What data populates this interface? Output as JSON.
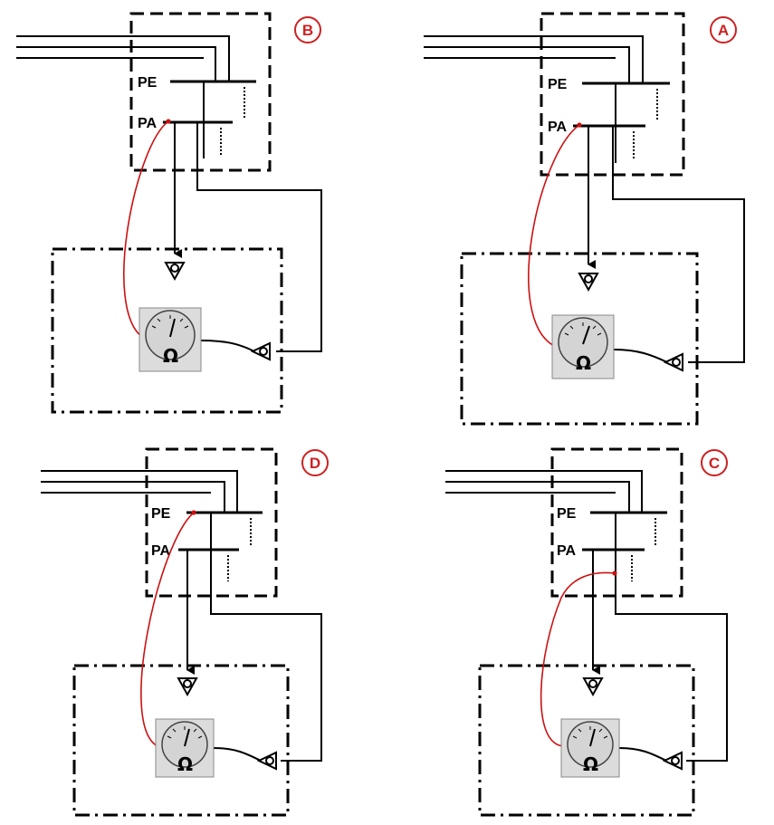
{
  "panels": [
    {
      "id": "panel-b",
      "badge": "B",
      "pe_label": "PE",
      "pa_label": "PA",
      "meter_symbol": "Ω"
    },
    {
      "id": "panel-a",
      "badge": "A",
      "pe_label": "PE",
      "pa_label": "PA",
      "meter_symbol": "Ω"
    },
    {
      "id": "panel-d",
      "badge": "D",
      "pe_label": "PE",
      "pa_label": "PA",
      "meter_symbol": "Ω"
    },
    {
      "id": "panel-c",
      "badge": "C",
      "pe_label": "PE",
      "pa_label": "PA",
      "meter_symbol": "Ω"
    }
  ],
  "colors": {
    "test_lead": "#cc1111",
    "badge": "#cc2222",
    "meter_bg": "#dcdcdc"
  }
}
